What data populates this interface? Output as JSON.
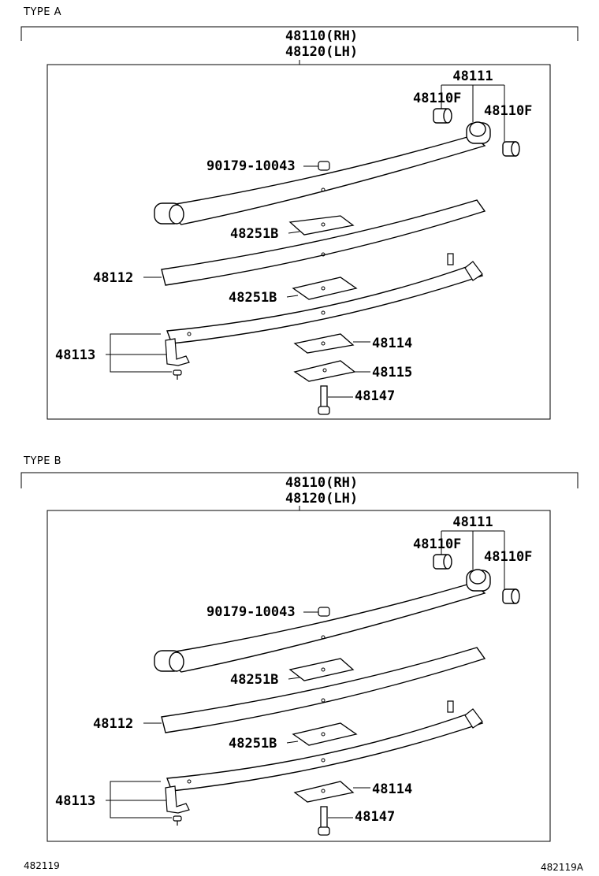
{
  "sections": [
    {
      "type_label": "TYPE A",
      "header": [
        "48110(RH)",
        "48120(LH)"
      ],
      "labels": {
        "p48111": "48111",
        "p48110f_left": "48110F",
        "p48110f_right": "48110F",
        "p90179": "90179-10043",
        "p48251b_1": "48251B",
        "p48112": "48112",
        "p48251b_2": "48251B",
        "p48113": "48113",
        "p48114": "48114",
        "p48115": "48115",
        "p48147": "48147"
      }
    },
    {
      "type_label": "TYPE B",
      "header": [
        "48110(RH)",
        "48120(LH)"
      ],
      "labels": {
        "p48111": "48111",
        "p48110f_left": "48110F",
        "p48110f_right": "48110F",
        "p90179": "90179-10043",
        "p48251b_1": "48251B",
        "p48112": "48112",
        "p48251b_2": "48251B",
        "p48113": "48113",
        "p48114": "48114",
        "p48147": "48147"
      }
    }
  ],
  "footer": {
    "left_code": "482119",
    "right_code": "482119A"
  }
}
